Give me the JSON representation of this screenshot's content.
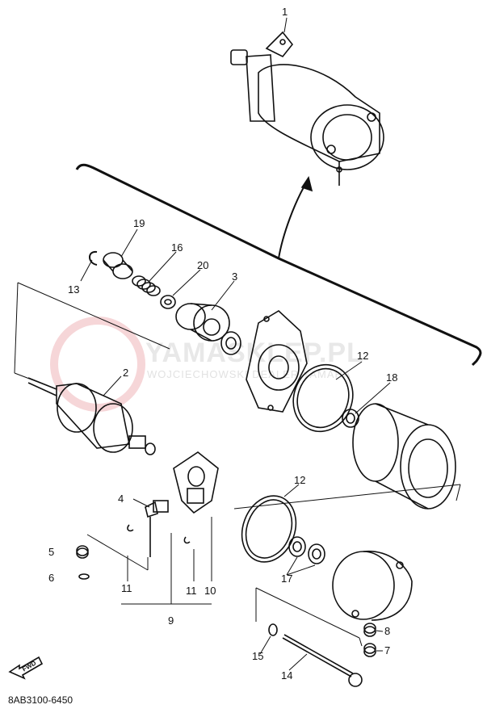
{
  "watermark": {
    "title": "YAMASKLEP.PL",
    "subtitle": "WOJCIECHOWSKI DEALER YAMAHA"
  },
  "diagram_code": "8AB3100-6450",
  "fwd_label": "FWD",
  "callouts": {
    "c1": "1",
    "c2": "2",
    "c3": "3",
    "c4": "4",
    "c5": "5",
    "c6": "6",
    "c7": "7",
    "c8": "8",
    "c9": "9",
    "c10": "10",
    "c11a": "11",
    "c11b": "11",
    "c12a": "12",
    "c12b": "12",
    "c13": "13",
    "c14": "14",
    "c15": "15",
    "c16": "16",
    "c17": "17",
    "c18": "18",
    "c19": "19",
    "c20": "20"
  },
  "colors": {
    "line": "#111111",
    "watermark_red": "#f4c9cc",
    "watermark_grey": "#e6e6e6"
  }
}
